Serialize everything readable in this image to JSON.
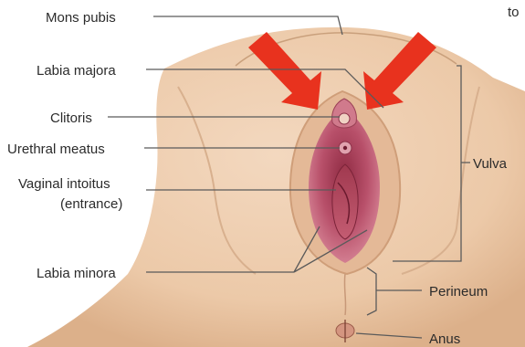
{
  "labels": {
    "mons_pubis": "Mons pubis",
    "labia_majora": "Labia majora",
    "clitoris": "Clitoris",
    "urethral_meatus": "Urethral meatus",
    "vaginal_intoitus_line1": "Vaginal intoitus",
    "vaginal_intoitus_line2": "(entrance)",
    "labia_minora": "Labia minora",
    "vulva": "Vulva",
    "perineum": "Perineum",
    "anus": "Anus",
    "corner_fragment": "to"
  },
  "colors": {
    "skin": "#f1d7bf",
    "skin_shadow": "#e0b995",
    "background": "#ffffff",
    "labia_outer": "#c7657a",
    "labia_inner": "#a83d55",
    "arrow": "#e8321e"
  },
  "icons": {
    "left_arrow": "red-arrow-icon",
    "right_arrow": "red-arrow-icon"
  }
}
